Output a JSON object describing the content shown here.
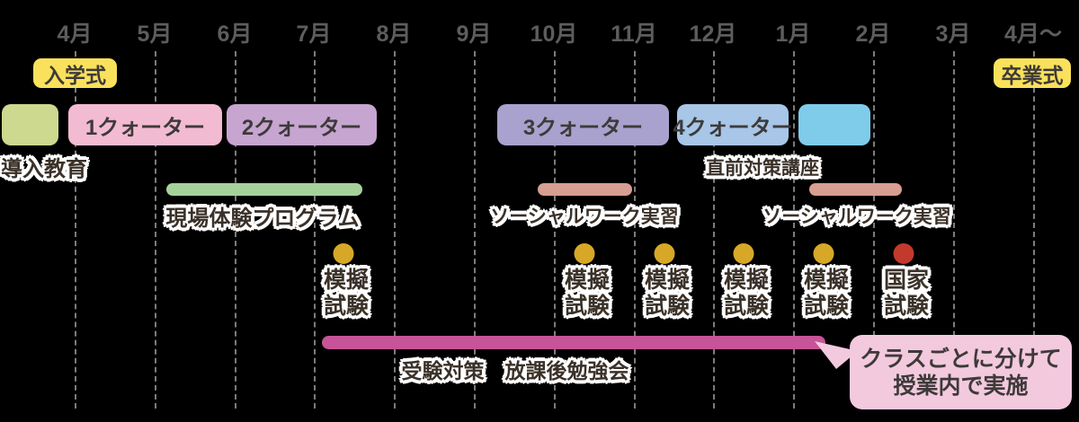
{
  "months": [
    "4月",
    "5月",
    "6月",
    "7月",
    "8月",
    "9月",
    "10月",
    "11月",
    "12月",
    "1月",
    "2月",
    "3月",
    "4月〜"
  ],
  "ceremonies": {
    "entrance": "入学式",
    "graduation": "卒業式"
  },
  "intro_education": {
    "label": "導入教育",
    "color": "#ccd98e"
  },
  "quarters": [
    {
      "label": "1クォーター",
      "color": "#f3bbd1"
    },
    {
      "label": "2クォーター",
      "color": "#c6a5d0"
    },
    {
      "label": "3クォーター",
      "color": "#a9a1ce"
    },
    {
      "label": "4クォーター",
      "color": "#a7c6e8"
    }
  ],
  "prep_course": {
    "label": "直前対策講座",
    "color": "#7fccea"
  },
  "programs": [
    {
      "label": "現場体験プログラム",
      "color": "#a5d29b"
    },
    {
      "label": "ソーシャルワーク実習",
      "color": "#d79e92"
    },
    {
      "label": "ソーシャルワーク実習",
      "color": "#d79e92"
    }
  ],
  "exams": [
    {
      "line1": "模擬",
      "line2": "試験",
      "color": "#d7a827"
    },
    {
      "line1": "模擬",
      "line2": "試験",
      "color": "#d7a827"
    },
    {
      "line1": "模擬",
      "line2": "試験",
      "color": "#d7a827"
    },
    {
      "line1": "模擬",
      "line2": "試験",
      "color": "#d7a827"
    },
    {
      "line1": "模擬",
      "line2": "試験",
      "color": "#d7a827"
    },
    {
      "line1": "国家",
      "line2": "試験",
      "color": "#c23a2b"
    }
  ],
  "study_session": {
    "label": "受験対策　放課後勉強会",
    "color": "#c75398"
  },
  "callout": {
    "line1": "クラスごとに分けて",
    "line2": "授業内で実施",
    "color": "#f3c9de"
  },
  "palette": {
    "background": "#000000",
    "month_text": "#5e5c5c",
    "gridline": "#7c7c7c",
    "badge_yellow": "#fae15c",
    "dark_text": "#3e3a39",
    "halo": "#ffffff",
    "study_bar": "#c75398"
  }
}
